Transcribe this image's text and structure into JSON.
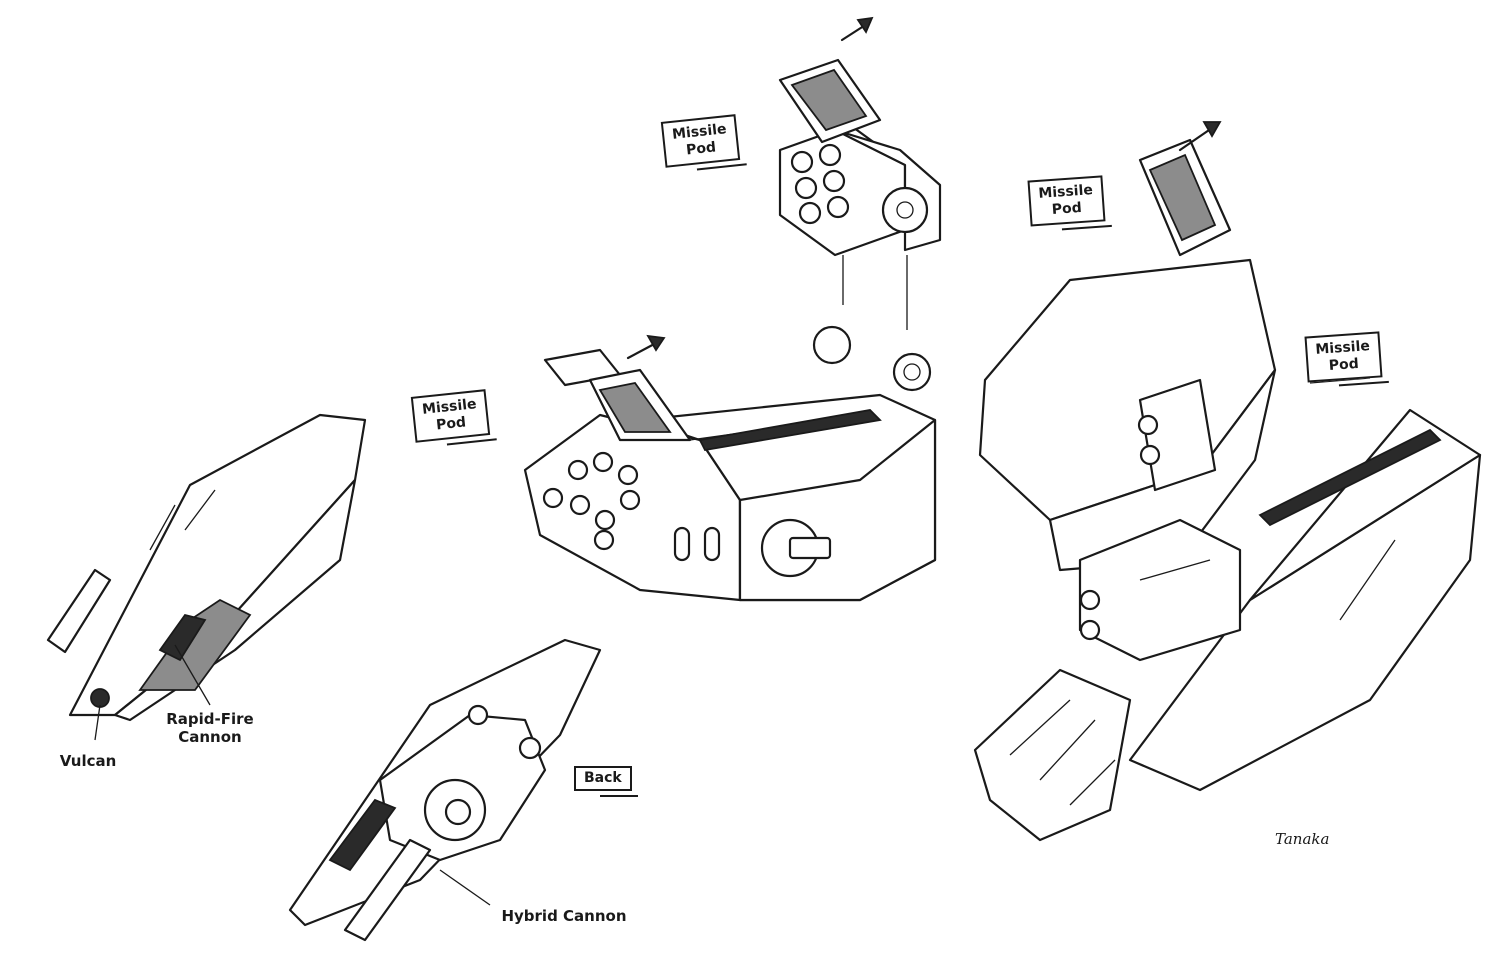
{
  "labels": {
    "missile_pod_top": "Missile\nPod",
    "missile_pod_left": "Missile\nPod",
    "missile_pod_right_upper": "Missile\nPod",
    "missile_pod_right_lower": "Missile\nPod",
    "vulcan": "Vulcan",
    "rapid_fire_cannon": "Rapid-Fire\nCannon",
    "back": "Back",
    "hybrid_cannon": "Hybrid Cannon"
  },
  "signature": "Tanaka",
  "colors": {
    "ink": "#1a1a1a",
    "paper": "#ffffff",
    "shade": "#8c8c8c"
  }
}
